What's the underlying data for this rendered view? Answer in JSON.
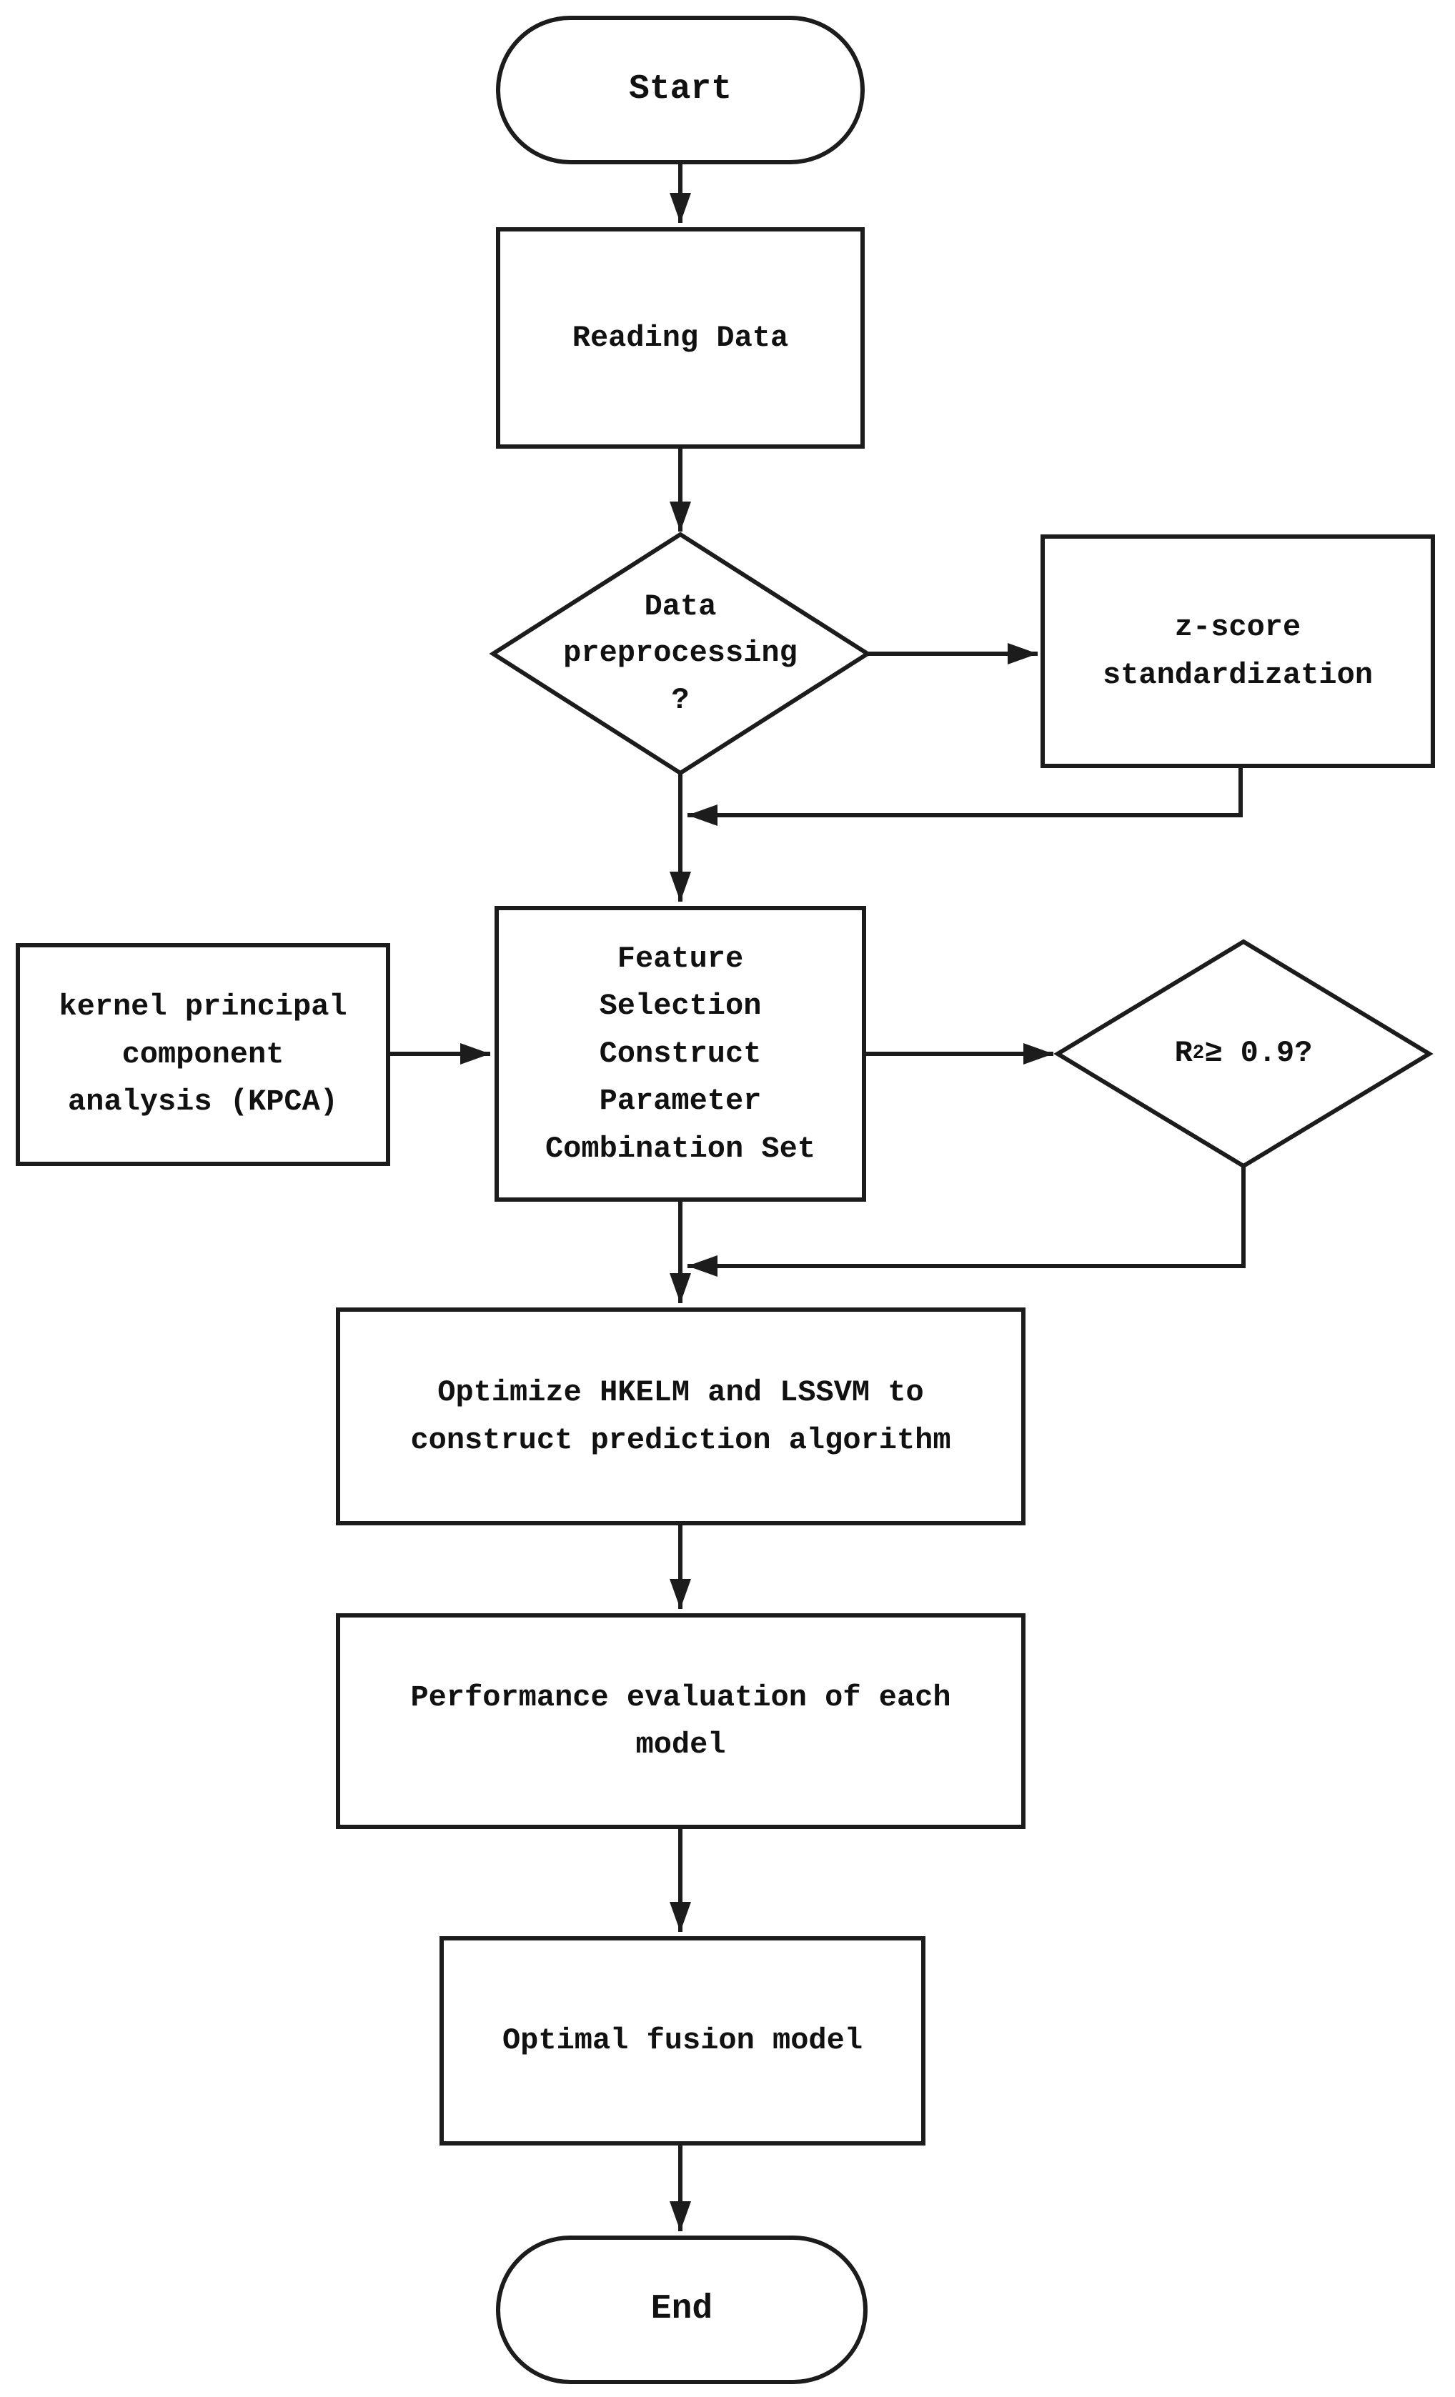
{
  "page": {
    "background": "#ffffff",
    "stroke_color": "#1c1c1c",
    "text_color": "#111111"
  },
  "diagram": {
    "type": "flowchart",
    "nodes": {
      "start": {
        "type": "terminator",
        "label": "Start"
      },
      "reading_data": {
        "type": "process",
        "label": "Reading Data"
      },
      "data_preprocessing": {
        "type": "decision",
        "label": "Data\npreprocessing\n?"
      },
      "z_score": {
        "type": "process",
        "label": "z-score\nstandardization"
      },
      "kpca": {
        "type": "process",
        "label": "kernel principal\ncomponent\nanalysis (KPCA)"
      },
      "feature_selection": {
        "type": "process",
        "label": "Feature\nSelection\nConstruct\nParameter\nCombination Set"
      },
      "r2_check": {
        "type": "decision",
        "label": "R² ≥ 0.9?"
      },
      "optimize": {
        "type": "process",
        "label": "Optimize HKELM and LSSVM to\nconstruct prediction algorithm"
      },
      "performance_eval": {
        "type": "process",
        "label": "Performance evaluation of each\nmodel"
      },
      "optimal_fusion": {
        "type": "process",
        "label": "Optimal fusion model"
      },
      "end": {
        "type": "terminator",
        "label": "End"
      }
    },
    "edges": [
      {
        "from": "start",
        "to": "reading_data"
      },
      {
        "from": "reading_data",
        "to": "data_preprocessing"
      },
      {
        "from": "data_preprocessing",
        "to": "z_score"
      },
      {
        "from": "z_score",
        "to": "feature_selection"
      },
      {
        "from": "data_preprocessing",
        "to": "feature_selection"
      },
      {
        "from": "kpca",
        "to": "feature_selection"
      },
      {
        "from": "feature_selection",
        "to": "r2_check"
      },
      {
        "from": "r2_check",
        "to": "optimize"
      },
      {
        "from": "feature_selection",
        "to": "optimize"
      },
      {
        "from": "optimize",
        "to": "performance_eval"
      },
      {
        "from": "performance_eval",
        "to": "optimal_fusion"
      },
      {
        "from": "optimal_fusion",
        "to": "end"
      }
    ]
  }
}
